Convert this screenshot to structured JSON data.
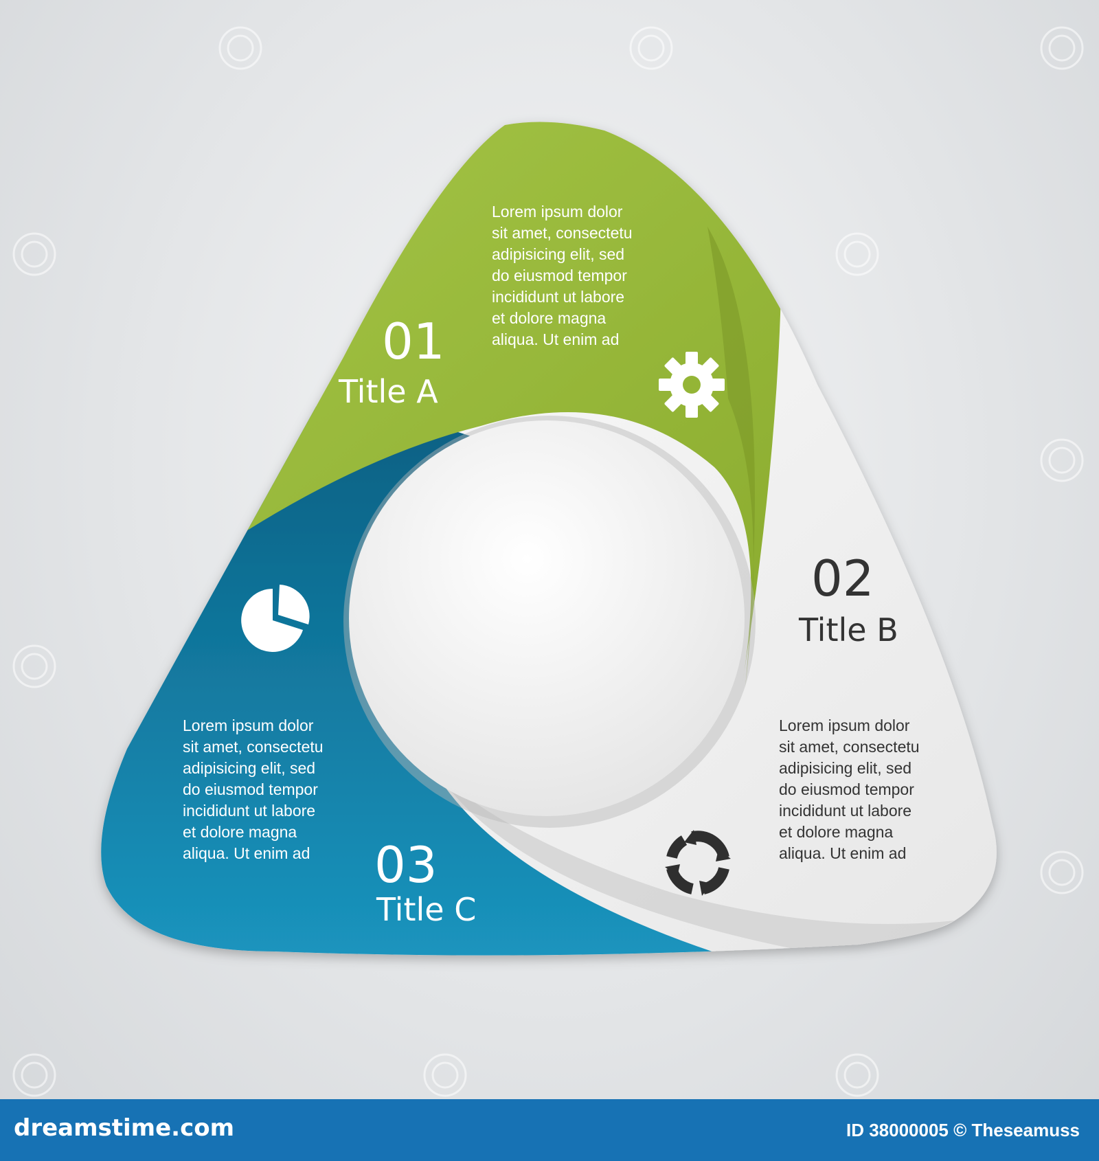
{
  "colors": {
    "green": "#9dbd3c",
    "blue": "#1a8cb0",
    "white_segment": "#f2f2f2",
    "footer": "#1772b4",
    "dark_text": "#333333"
  },
  "segments": [
    {
      "number": "01",
      "title": "Title A",
      "icon": "gear-icon",
      "text_lines": [
        "Lorem ipsum dolor",
        "sit amet, consectetu",
        "adipisicing elit, sed",
        "do eiusmod tempor",
        "incididunt ut labore",
        "et dolore magna",
        "aliqua. Ut enim ad"
      ]
    },
    {
      "number": "02",
      "title": "Title B",
      "icon": "cycle-arrows-icon",
      "text_lines": [
        "Lorem ipsum dolor",
        "sit amet, consectetu",
        "adipisicing elit, sed",
        "do eiusmod tempor",
        "incididunt ut labore",
        "et dolore magna",
        "aliqua. Ut enim ad"
      ]
    },
    {
      "number": "03",
      "title": "Title C",
      "icon": "pie-chart-icon",
      "text_lines": [
        "Lorem ipsum dolor",
        "sit amet, consectetu",
        "adipisicing elit, sed",
        "do eiusmod tempor",
        "incididunt ut labore",
        "et dolore magna",
        "aliqua. Ut enim ad"
      ]
    }
  ],
  "footer": {
    "site": "dreamstime.com",
    "id_text": "ID 38000005 © Theseamuss"
  }
}
